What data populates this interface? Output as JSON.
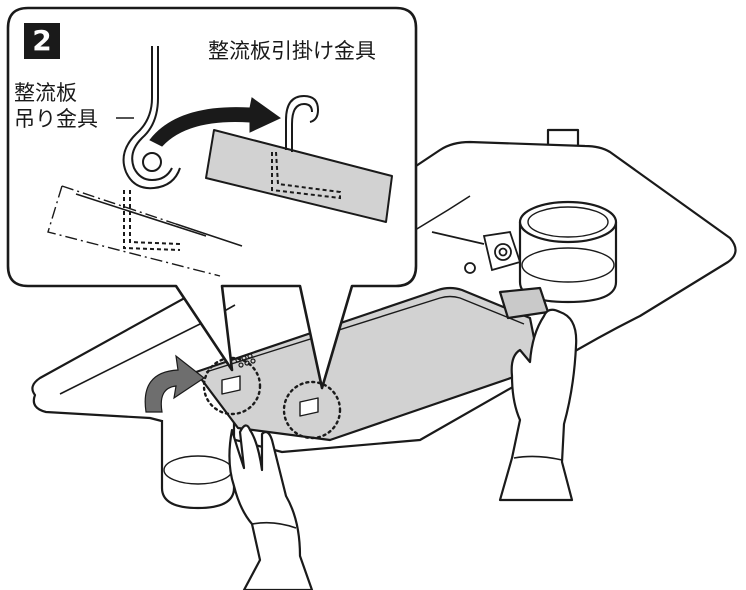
{
  "step": {
    "number": "2"
  },
  "labels": {
    "hook_label": "整流板引掛け金具",
    "hanger_label_line1": "整流板",
    "hanger_label_line2": "吊り金具"
  },
  "colors": {
    "outline": "#1a1a1a",
    "panel_fill": "#d2d2d2",
    "panel_face": "#c9c9c9",
    "hood_fill": "#ffffff",
    "arrow_fill": "#6e6e6e",
    "glove_fill": "#ffffff"
  }
}
